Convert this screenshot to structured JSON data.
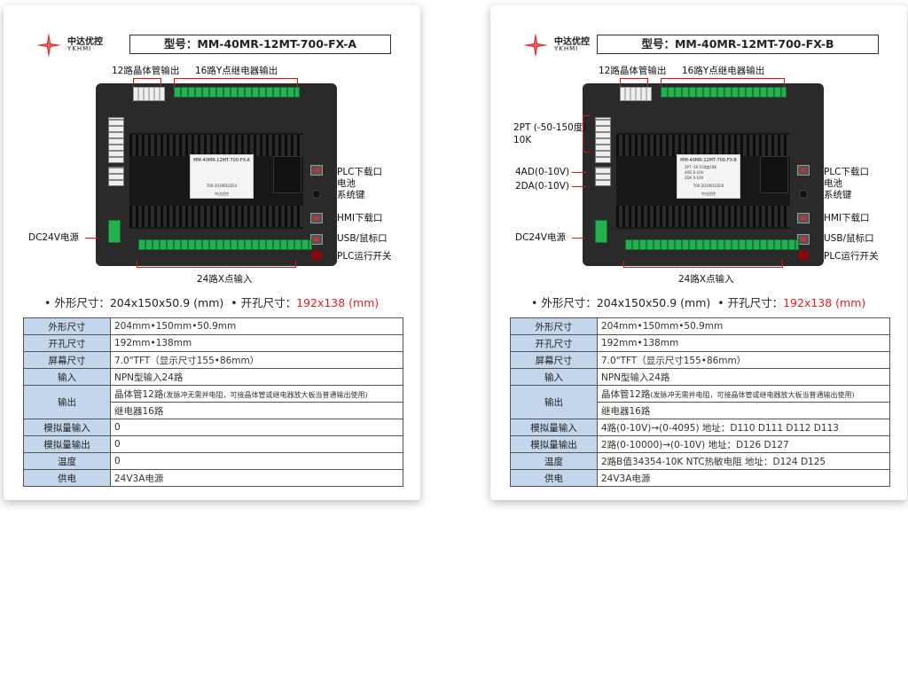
{
  "brand": {
    "name_cn": "中达优控",
    "name_en": "YKHMI",
    "color": "#e02020"
  },
  "panels": [
    {
      "model": "型号：MM-40MR-12MT-700-FX-A",
      "sticker_title": "MM-40MR-12MT-700-FX-A",
      "sticker_serial": "700-2019010254",
      "sticker_brand": "中达优控",
      "labels": {
        "transistor_out": "12路晶体管输出",
        "relay_out": "16路Y点继电器输出",
        "plc_download": "PLC下载口",
        "battery": "电池",
        "system_key": "系统键",
        "hmi_download": "HMI下载口",
        "usb": "USB/鼠标口",
        "plc_switch": "PLC运行开关",
        "dc24v": "DC24V电源",
        "x_input": "24路X点输入"
      },
      "dims_label": "• 外形尺寸：204x150x50.9 (mm)",
      "cutout_label": "• 开孔尺寸：",
      "cutout_value": "192x138 (mm)",
      "rows": [
        {
          "k": "外形尺寸",
          "v": "204mm•150mm•50.9mm"
        },
        {
          "k": "开孔尺寸",
          "v": "192mm•138mm"
        },
        {
          "k": "屏幕尺寸",
          "v": "7.0\"TFT（显示尺寸155•86mm）"
        },
        {
          "k": "输入",
          "v": "NPN型输入24路"
        },
        {
          "k": "输出",
          "v": "晶体管12路",
          "v_small": "(发脉冲无需并电阻，可接晶体管或继电器放大板当普通输出使用)",
          "v2": "继电器16路"
        },
        {
          "k": "模拟量输入",
          "v": "0"
        },
        {
          "k": "模拟量输出",
          "v": "0"
        },
        {
          "k": "温度",
          "v": "0"
        },
        {
          "k": "供电",
          "v": "24V3A电源"
        }
      ]
    },
    {
      "model": "型号：MM-40MR-12MT-700-FX-B",
      "sticker_title": "MM-40MR-12MT-700-FX-B",
      "sticker_lines": [
        "2PT   -50-150度10K",
        "4AD   0-10V",
        "2DA   0-10V"
      ],
      "sticker_serial": "700-2019010254",
      "sticker_brand": "中达优控",
      "labels": {
        "transistor_out": "12路晶体管输出",
        "relay_out": "16路Y点继电器输出",
        "pt": "2PT (-50-150度)",
        "pt2": "10K",
        "ad": "4AD(0-10V)",
        "da": "2DA(0-10V)",
        "plc_download": "PLC下载口",
        "battery": "电池",
        "system_key": "系统键",
        "hmi_download": "HMI下载口",
        "usb": "USB/鼠标口",
        "plc_switch": "PLC运行开关",
        "dc24v": "DC24V电源",
        "x_input": "24路X点输入"
      },
      "dims_label": "• 外形尺寸：204x150x50.9 (mm)",
      "cutout_label": "• 开孔尺寸：",
      "cutout_value": "192x138 (mm)",
      "rows": [
        {
          "k": "外形尺寸",
          "v": "204mm•150mm•50.9mm"
        },
        {
          "k": "开孔尺寸",
          "v": "192mm•138mm"
        },
        {
          "k": "屏幕尺寸",
          "v": "7.0\"TFT（显示尺寸155•86mm）"
        },
        {
          "k": "输入",
          "v": "NPN型输入24路"
        },
        {
          "k": "输出",
          "v": "晶体管12路",
          "v_small": "(发脉冲无需并电阻，可接晶体管或继电器放大板当普通输出使用)",
          "v2": "继电器16路"
        },
        {
          "k": "模拟量输入",
          "v": "4路(0-10V)→(0-4095) 地址：D110  D111  D112  D113"
        },
        {
          "k": "模拟量输出",
          "v": "2路(0-10000)→(0-10V) 地址：D126  D127"
        },
        {
          "k": "温度",
          "v": "2路B值34354-10K NTC热敏电阻 地址：D124  D125"
        },
        {
          "k": "供电",
          "v": "24V3A电源"
        }
      ]
    }
  ]
}
